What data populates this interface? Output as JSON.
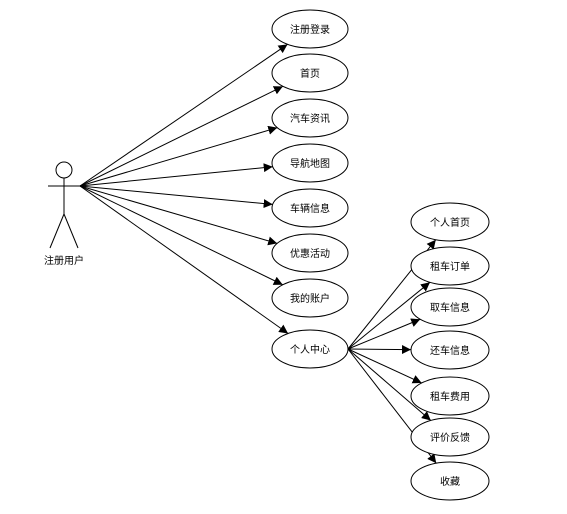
{
  "actor": {
    "label": "注册用户"
  },
  "use_cases": [
    {
      "id": "register-login",
      "label": "注册登录"
    },
    {
      "id": "home",
      "label": "首页"
    },
    {
      "id": "car-news",
      "label": "汽车资讯"
    },
    {
      "id": "navigation-map",
      "label": "导航地图"
    },
    {
      "id": "vehicle-info",
      "label": "车辆信息"
    },
    {
      "id": "promotions",
      "label": "优惠活动"
    },
    {
      "id": "my-account",
      "label": "我的账户"
    },
    {
      "id": "personal-center",
      "label": "个人中心"
    }
  ],
  "sub_use_cases": [
    {
      "id": "personal-home",
      "label": "个人首页"
    },
    {
      "id": "rental-orders",
      "label": "租车订单"
    },
    {
      "id": "pickup-info",
      "label": "取车信息"
    },
    {
      "id": "return-info",
      "label": "还车信息"
    },
    {
      "id": "rental-fees",
      "label": "租车费用"
    },
    {
      "id": "review-feedback",
      "label": "评价反馈"
    },
    {
      "id": "favorites",
      "label": "收藏"
    }
  ],
  "colors": {
    "stroke": "#000000",
    "fill": "#ffffff"
  }
}
